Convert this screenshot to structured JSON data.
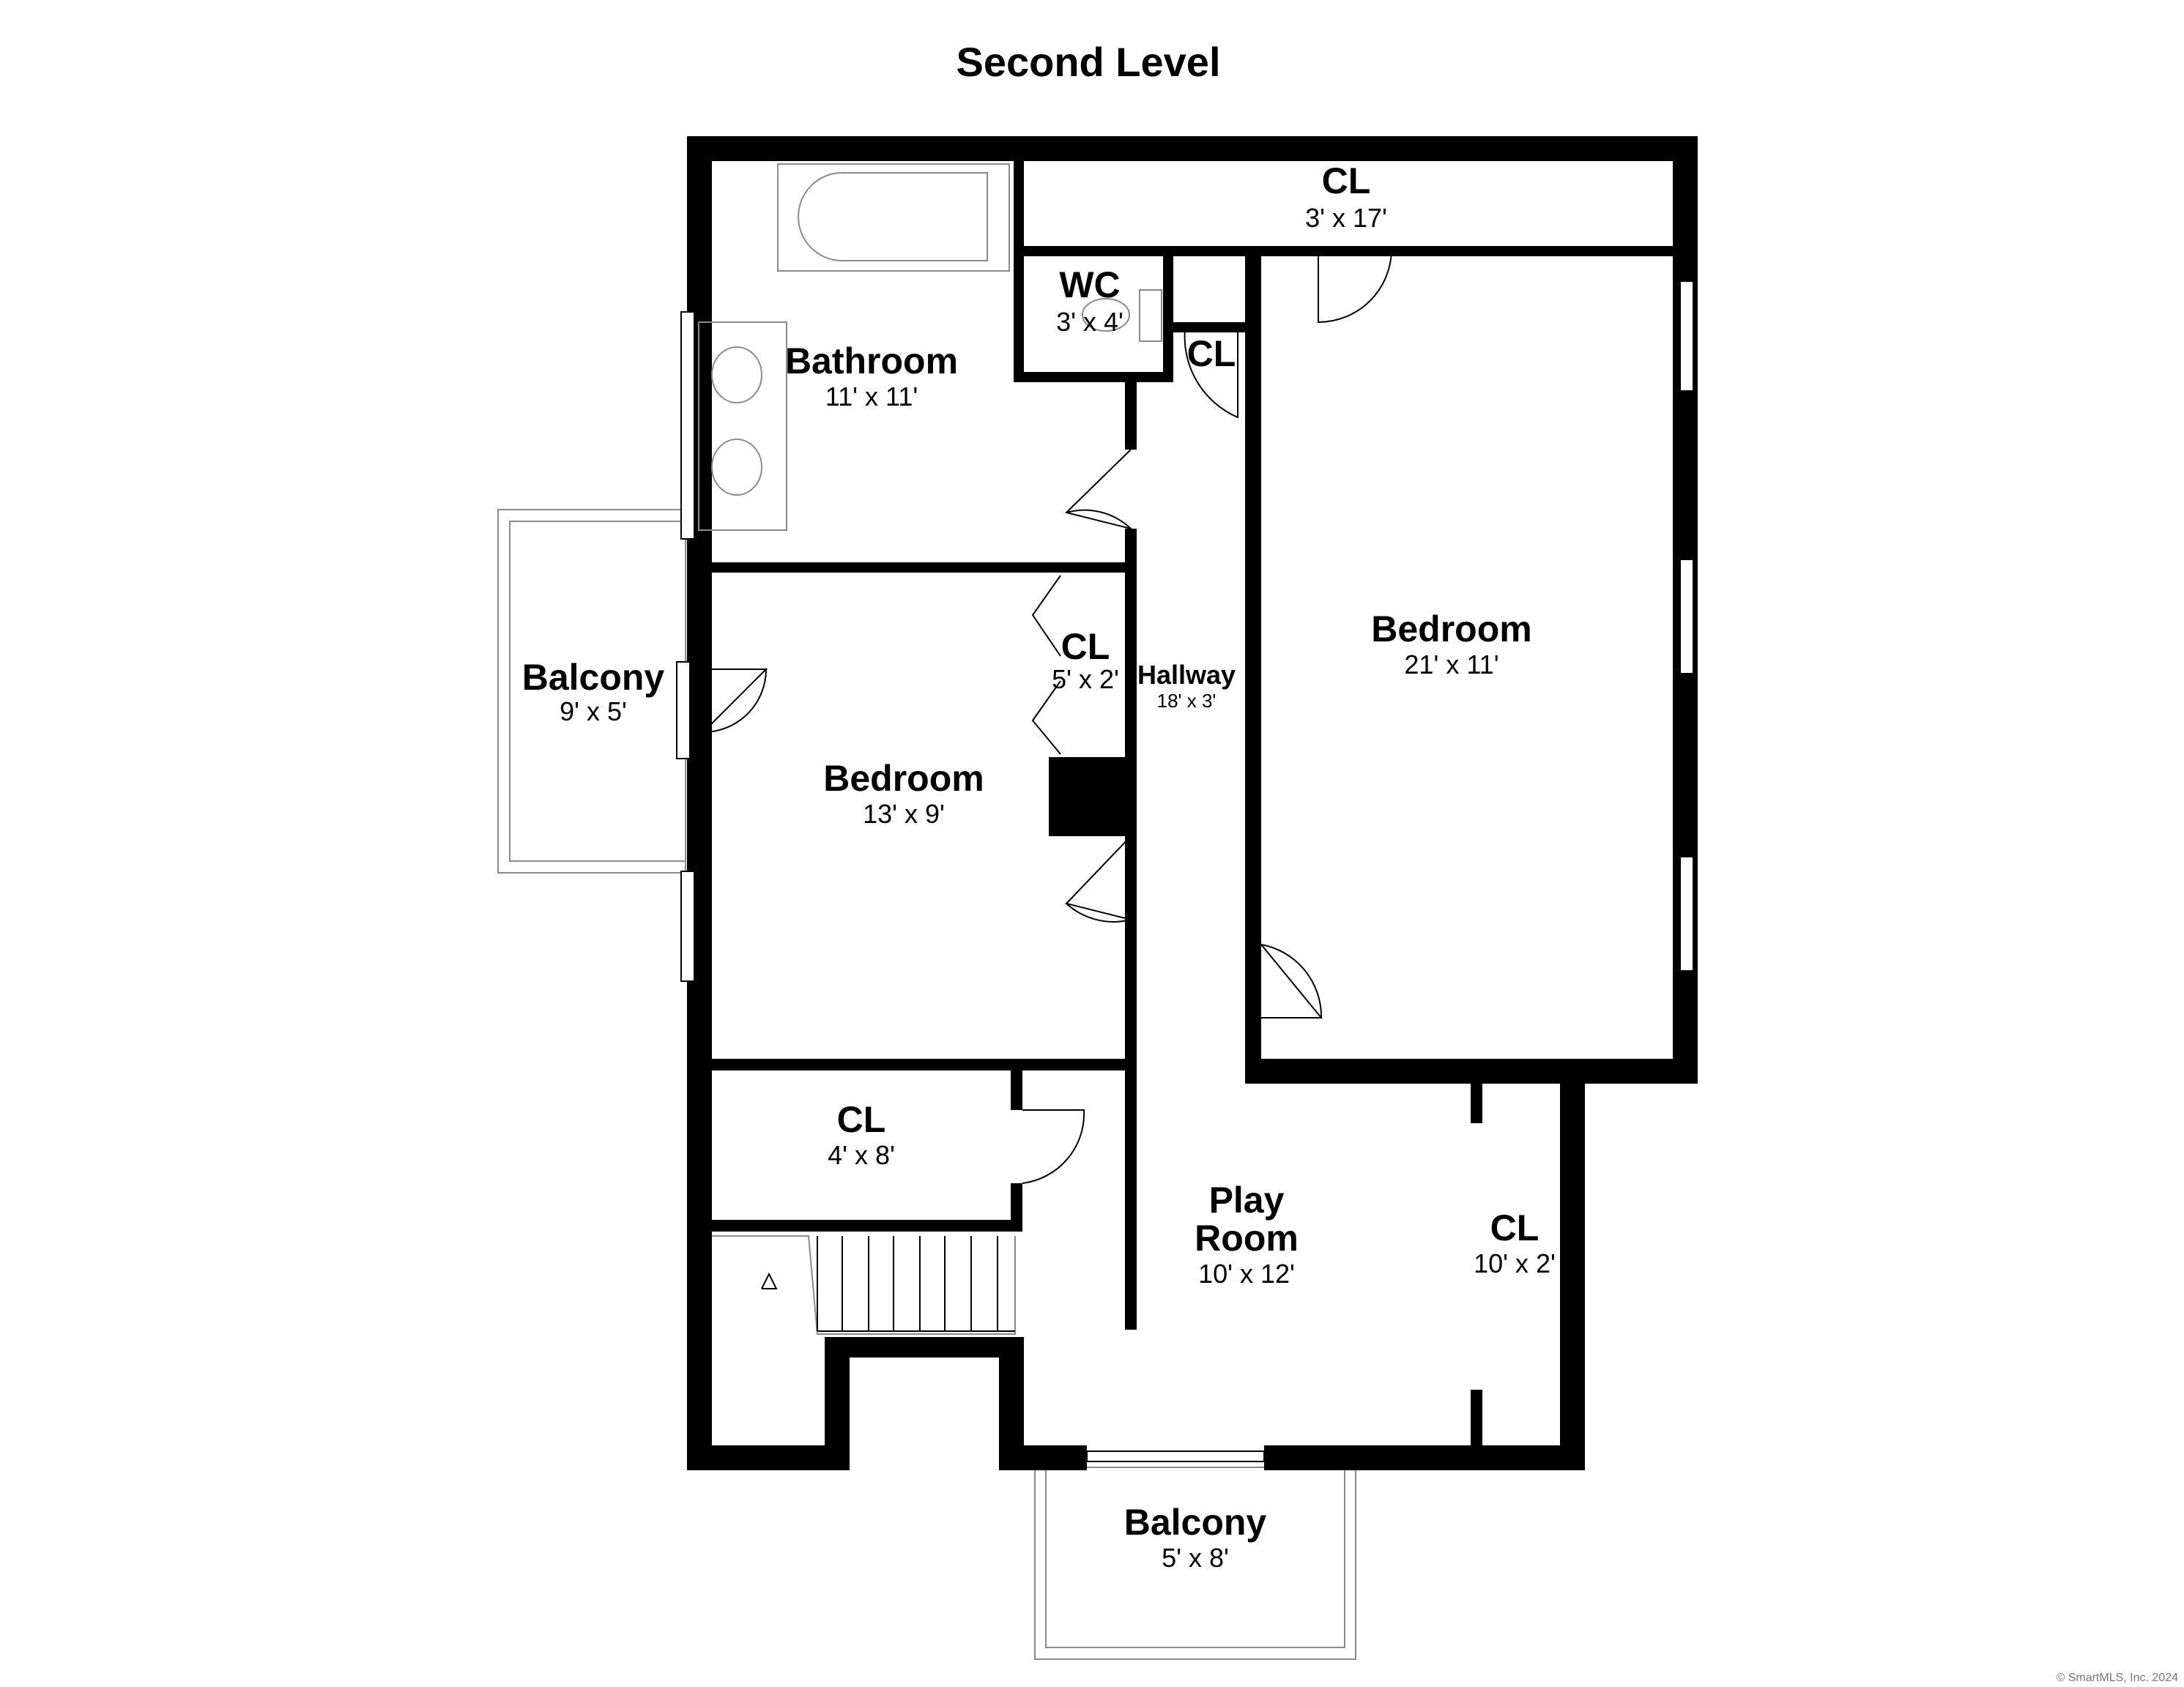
{
  "title": "Second Level",
  "rooms": {
    "cl_top": {
      "name": "CL",
      "size": "3' x 17'"
    },
    "wc": {
      "name": "WC",
      "size": "3' x 4'"
    },
    "cl_small": {
      "name": "CL"
    },
    "bathroom": {
      "name": "Bathroom",
      "size": "11' x 11'"
    },
    "bedroom_big": {
      "name": "Bedroom",
      "size": "21' x 11'"
    },
    "cl_bedroom": {
      "name": "CL",
      "size": "5' x 2'"
    },
    "hallway": {
      "name": "Hallway",
      "size": "18' x 3'"
    },
    "balcony_left": {
      "name": "Balcony",
      "size": "9' x 5'"
    },
    "bedroom_mid": {
      "name": "Bedroom",
      "size": "13' x 9'"
    },
    "cl_lower": {
      "name": "CL",
      "size": "4' x 8'"
    },
    "play_room": {
      "name_line1": "Play",
      "name_line2": "Room",
      "size": "10' x 12'"
    },
    "cl_right": {
      "name": "CL",
      "size": "10' x 2'"
    },
    "balcony_bottom": {
      "name": "Balcony",
      "size": "5' x 8'"
    }
  },
  "copyright": "© SmartMLS, Inc. 2024",
  "colors": {
    "wall": "#000000",
    "background": "#ffffff",
    "fixture": "#8a8a8a"
  }
}
